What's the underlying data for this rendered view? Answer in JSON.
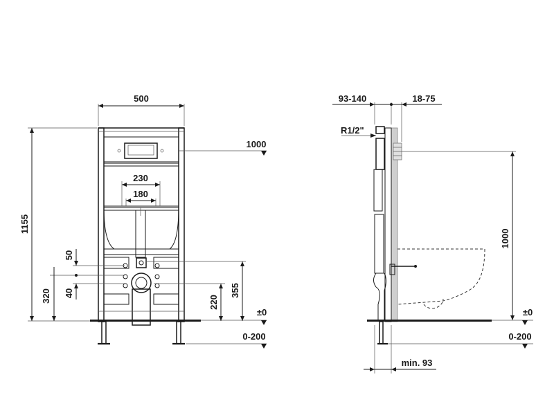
{
  "front_view": {
    "width_label": "500",
    "height_total_label": "1155",
    "flush_plate_height_label": "1000",
    "outer_spacing_label": "230",
    "inner_spacing_label": "180",
    "offset_upper_label": "50",
    "offset_lower_label": "40",
    "drain_height_label": "320",
    "lower_height_label": "220",
    "water_height_label": "355",
    "floor_label": "±0",
    "adjust_label": "0-200"
  },
  "side_view": {
    "depth_label": "93-140",
    "wall_label": "18-75",
    "thread_label": "R1/2\"",
    "height_label": "1000",
    "floor_label": "±0",
    "adjust_label": "0-200",
    "min_depth_label": "min. 93"
  }
}
